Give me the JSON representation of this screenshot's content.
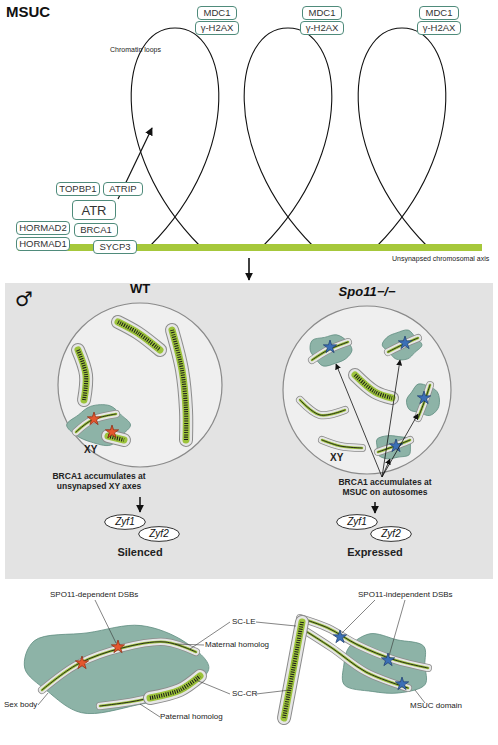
{
  "diagram": {
    "title": "MSUC",
    "nodes": [
      {
        "text": [
          "MDC1"
        ]
      },
      {
        "text": [
          "γ-H2AX"
        ]
      },
      {
        "text": [
          "MDC1"
        ]
      },
      {
        "text": [
          "γ-H2AX"
        ]
      },
      {
        "text": [
          "MDC1"
        ]
      },
      {
        "text": [
          "γ-H2AX"
        ]
      },
      {
        "text": [
          "TOPBP1"
        ]
      },
      {
        "text": [
          "ATRIP"
        ]
      },
      {
        "text": [
          "ATR"
        ]
      },
      {
        "text": [
          "HORMAD2"
        ]
      },
      {
        "text": [
          "BRCA1"
        ]
      },
      {
        "text": [
          "HORMAD1"
        ]
      },
      {
        "text": [
          "SYCP3"
        ]
      },
      {
        "text": [
          "♂"
        ]
      },
      {
        "text": [
          "WT"
        ],
        "in": 13
      },
      {
        "text": [
          "Spo11−/−"
        ],
        "in": 13
      },
      {
        "text": [
          "Zyf1"
        ],
        "in": 13
      },
      {
        "text": [
          "Zyf2"
        ],
        "in": 13
      },
      {
        "text": [
          "Zyf1"
        ],
        "in": 13
      },
      {
        "text": [
          "Zyf2"
        ],
        "in": 13
      }
    ],
    "labels": [
      "Chromatin loops",
      "Unsynapsed chromosomal axis",
      "XY",
      "BRCA1 accumulates at unsynapsed XY axes",
      "XY",
      "BRCA1 accumulates at MSUC on autosomes",
      "Silenced",
      "Expressed",
      "SPO11-dependent DSBs",
      "SC-LE",
      "SPO11-independent DSBs",
      "Maternal homolog",
      "Sex body",
      "SC-CR",
      "Paternal homolog",
      "MSUC domain"
    ]
  }
}
